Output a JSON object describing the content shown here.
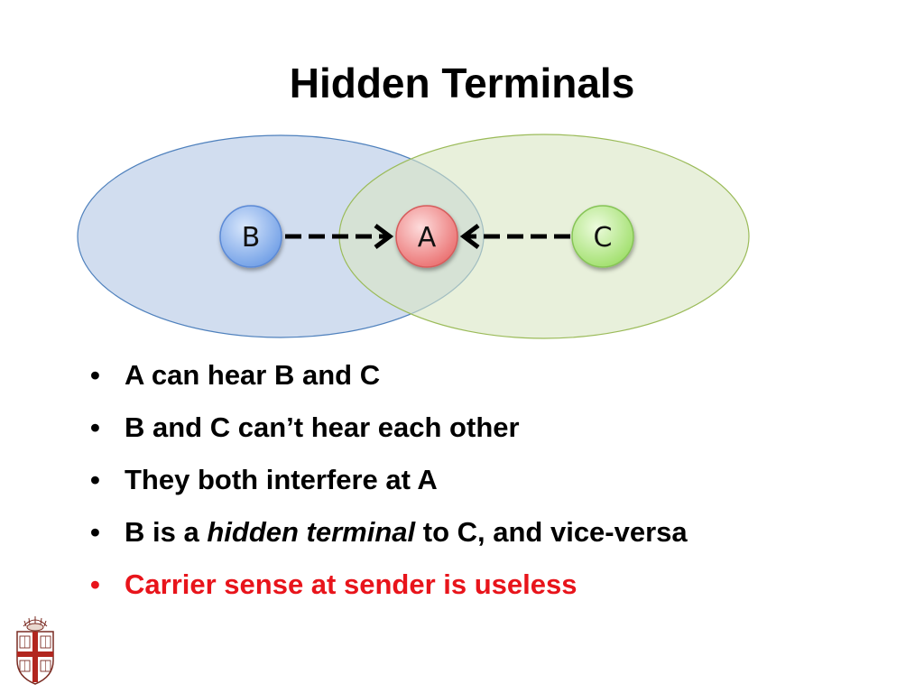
{
  "slide": {
    "title": "Hidden Terminals"
  },
  "diagram": {
    "nodes": [
      {
        "id": "B",
        "label": "B",
        "fill": "#8cb4f0"
      },
      {
        "id": "A",
        "label": "A",
        "fill": "#f08c8c"
      },
      {
        "id": "C",
        "label": "C",
        "fill": "#b6ec8a"
      }
    ],
    "range_colors": {
      "b_range_fill": "#c9d7ec",
      "b_range_stroke": "#4f81bd",
      "c_range_fill": "#dde9c8",
      "c_range_stroke": "#9bbb59"
    }
  },
  "bullets": [
    {
      "text": "A can hear B and C"
    },
    {
      "text": "B and C can’t hear each other"
    },
    {
      "text": "They both interfere at A"
    },
    {
      "pre": "B is a ",
      "em": "hidden terminal",
      "post": " to C, and vice-versa"
    },
    {
      "text": "Carrier sense at sender is useless",
      "color": "#e8141b"
    }
  ],
  "logo": {
    "name": "university-seal"
  }
}
